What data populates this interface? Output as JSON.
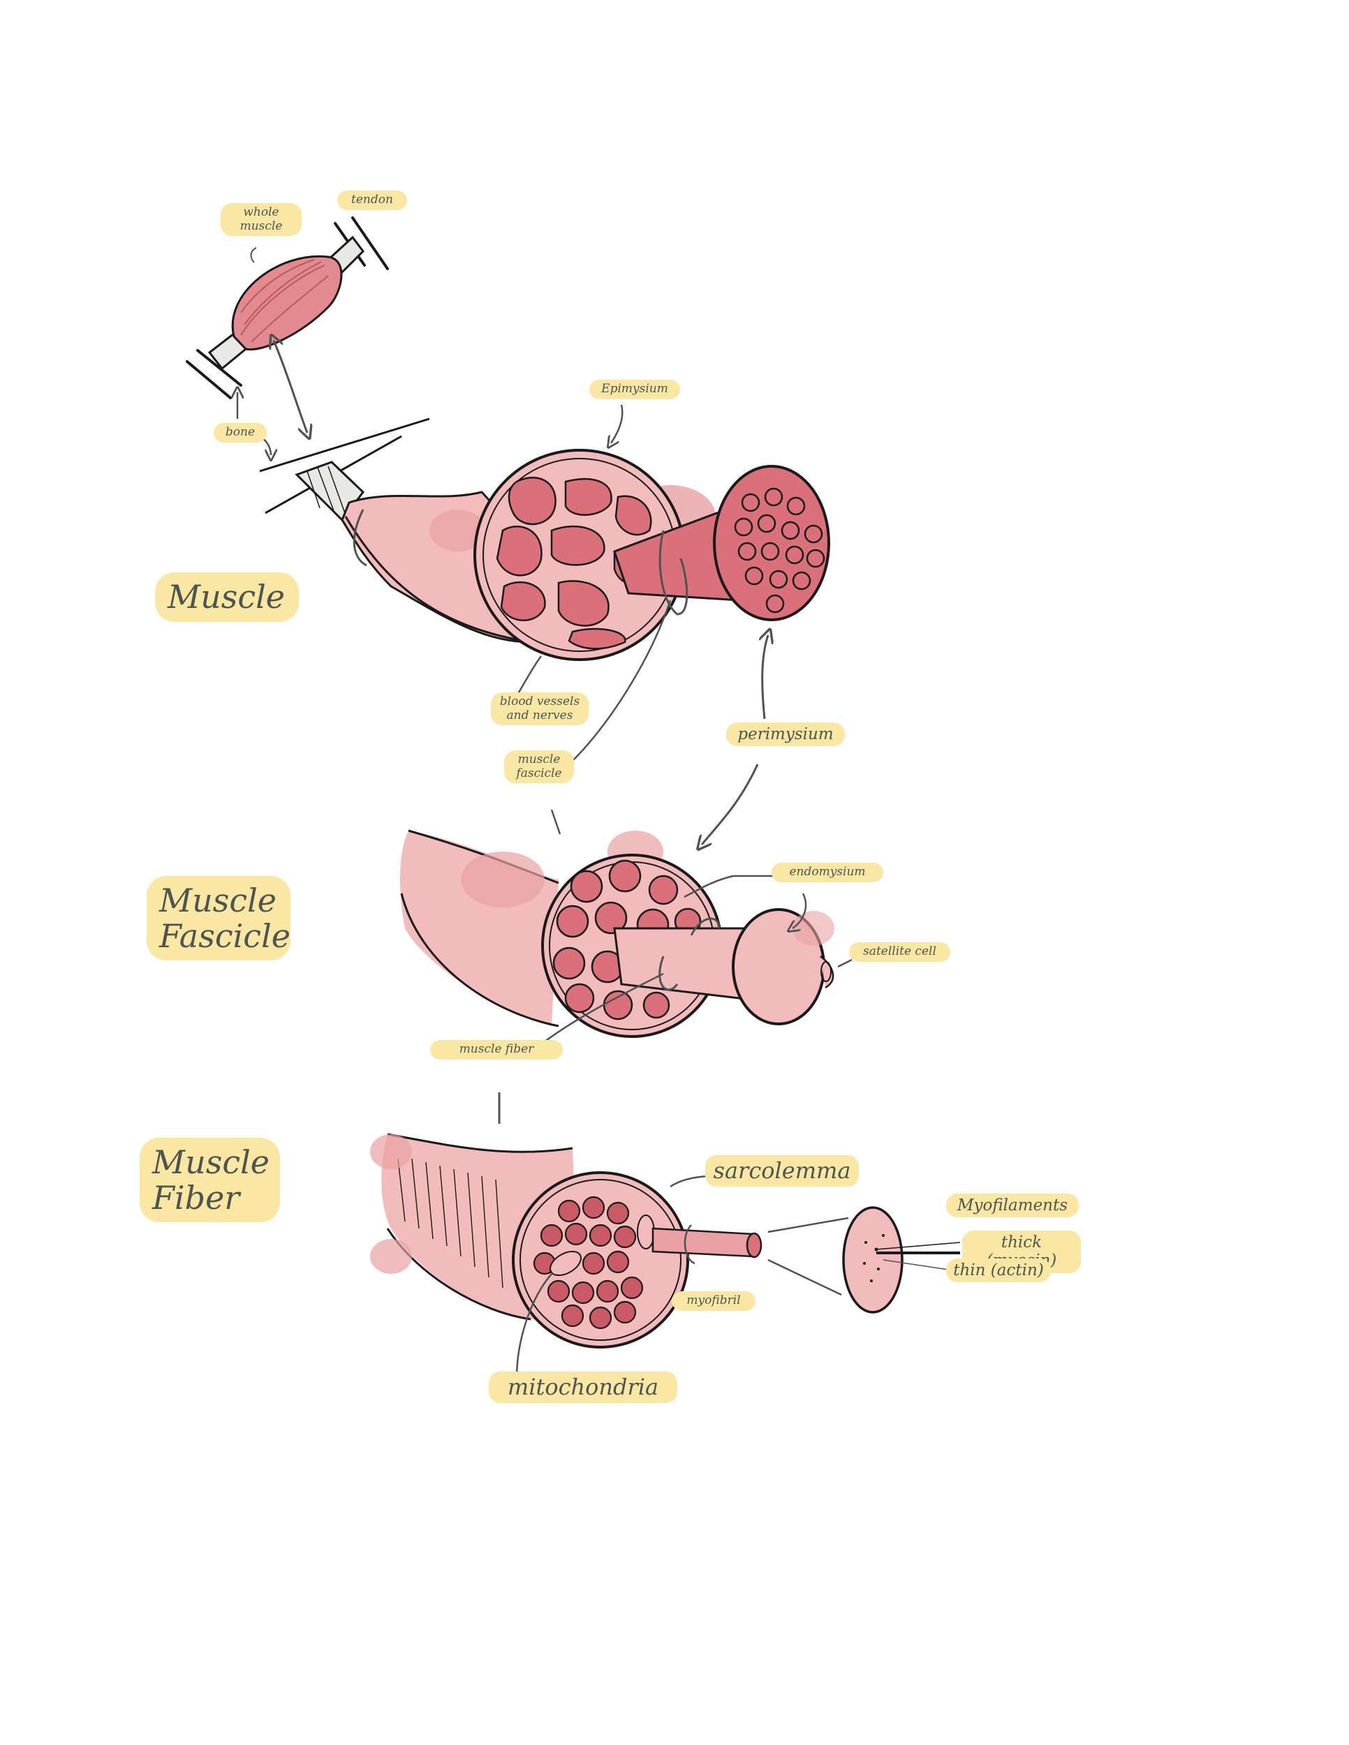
{
  "labels": {
    "whole_muscle": "whole\nmuscle",
    "tendon": "tendon",
    "bone": "bone",
    "epimysium": "Epimysium",
    "blood_vessels": "blood vessels\nand nerves",
    "muscle_fascicle": "muscle\nfascicle",
    "perimysium": "perimysium",
    "endomysium": "endomysium",
    "satellite_cell": "satellite cell",
    "muscle_fiber": "muscle fiber",
    "sarcolemma": "sarcolemma",
    "myofibril": "myofibril",
    "mitochondria": "mitochondria",
    "myofilaments": "Myofilaments",
    "thick": "thick (myosin)",
    "thin": "thin (actin)"
  },
  "titles": {
    "muscle": "Muscle",
    "fascicle": "Muscle\nFascicle",
    "fiber": "Muscle\nFiber"
  },
  "colors": {
    "background": "#ffffff",
    "label_highlight": "#f9e7a3",
    "tissue_light": "#f2bcbc",
    "tissue_mid": "#e9a1a3",
    "tissue_dark": "#d9707a",
    "outline": "#1a1a1a",
    "annotation": "#4d5551",
    "tendon": "#e8e8e4"
  }
}
